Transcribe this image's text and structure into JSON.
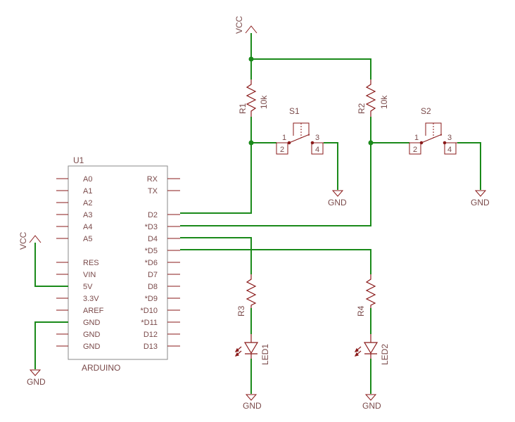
{
  "colors": {
    "wire": "#1a8a1a",
    "part": "#8a1a1a",
    "text": "#7a4a4a",
    "junction": "#1a8a1a"
  },
  "arduino": {
    "ref": "U1",
    "name": "ARDUINO",
    "left_pins": [
      "A0",
      "A1",
      "A2",
      "A3",
      "A4",
      "A5",
      "",
      "RES",
      "VIN",
      "5V",
      "3.3V",
      "AREF",
      "GND",
      "GND",
      "GND"
    ],
    "right_pins": [
      "RX",
      "TX",
      "",
      "",
      "D2",
      "*D3",
      "D4",
      "*D5",
      "*D6",
      "D7",
      "D8",
      "*D9",
      "*D10",
      "*D11",
      "D12",
      "D13"
    ]
  },
  "power": {
    "vcc_top": "VCC",
    "vcc_left": "VCC",
    "gnd_left": "GND",
    "gnd_s1": "GND",
    "gnd_s2": "GND",
    "gnd_led1": "GND",
    "gnd_led2": "GND"
  },
  "resistors": {
    "r1": {
      "ref": "R1",
      "value": "10k"
    },
    "r2": {
      "ref": "R2",
      "value": "10k"
    },
    "r3": {
      "ref": "R3"
    },
    "r4": {
      "ref": "R4"
    }
  },
  "switches": {
    "s1": {
      "ref": "S1",
      "pins": [
        "1",
        "2",
        "3",
        "4"
      ]
    },
    "s2": {
      "ref": "S2",
      "pins": [
        "1",
        "2",
        "3",
        "4"
      ]
    }
  },
  "leds": {
    "led1": {
      "ref": "LED1"
    },
    "led2": {
      "ref": "LED2"
    }
  }
}
